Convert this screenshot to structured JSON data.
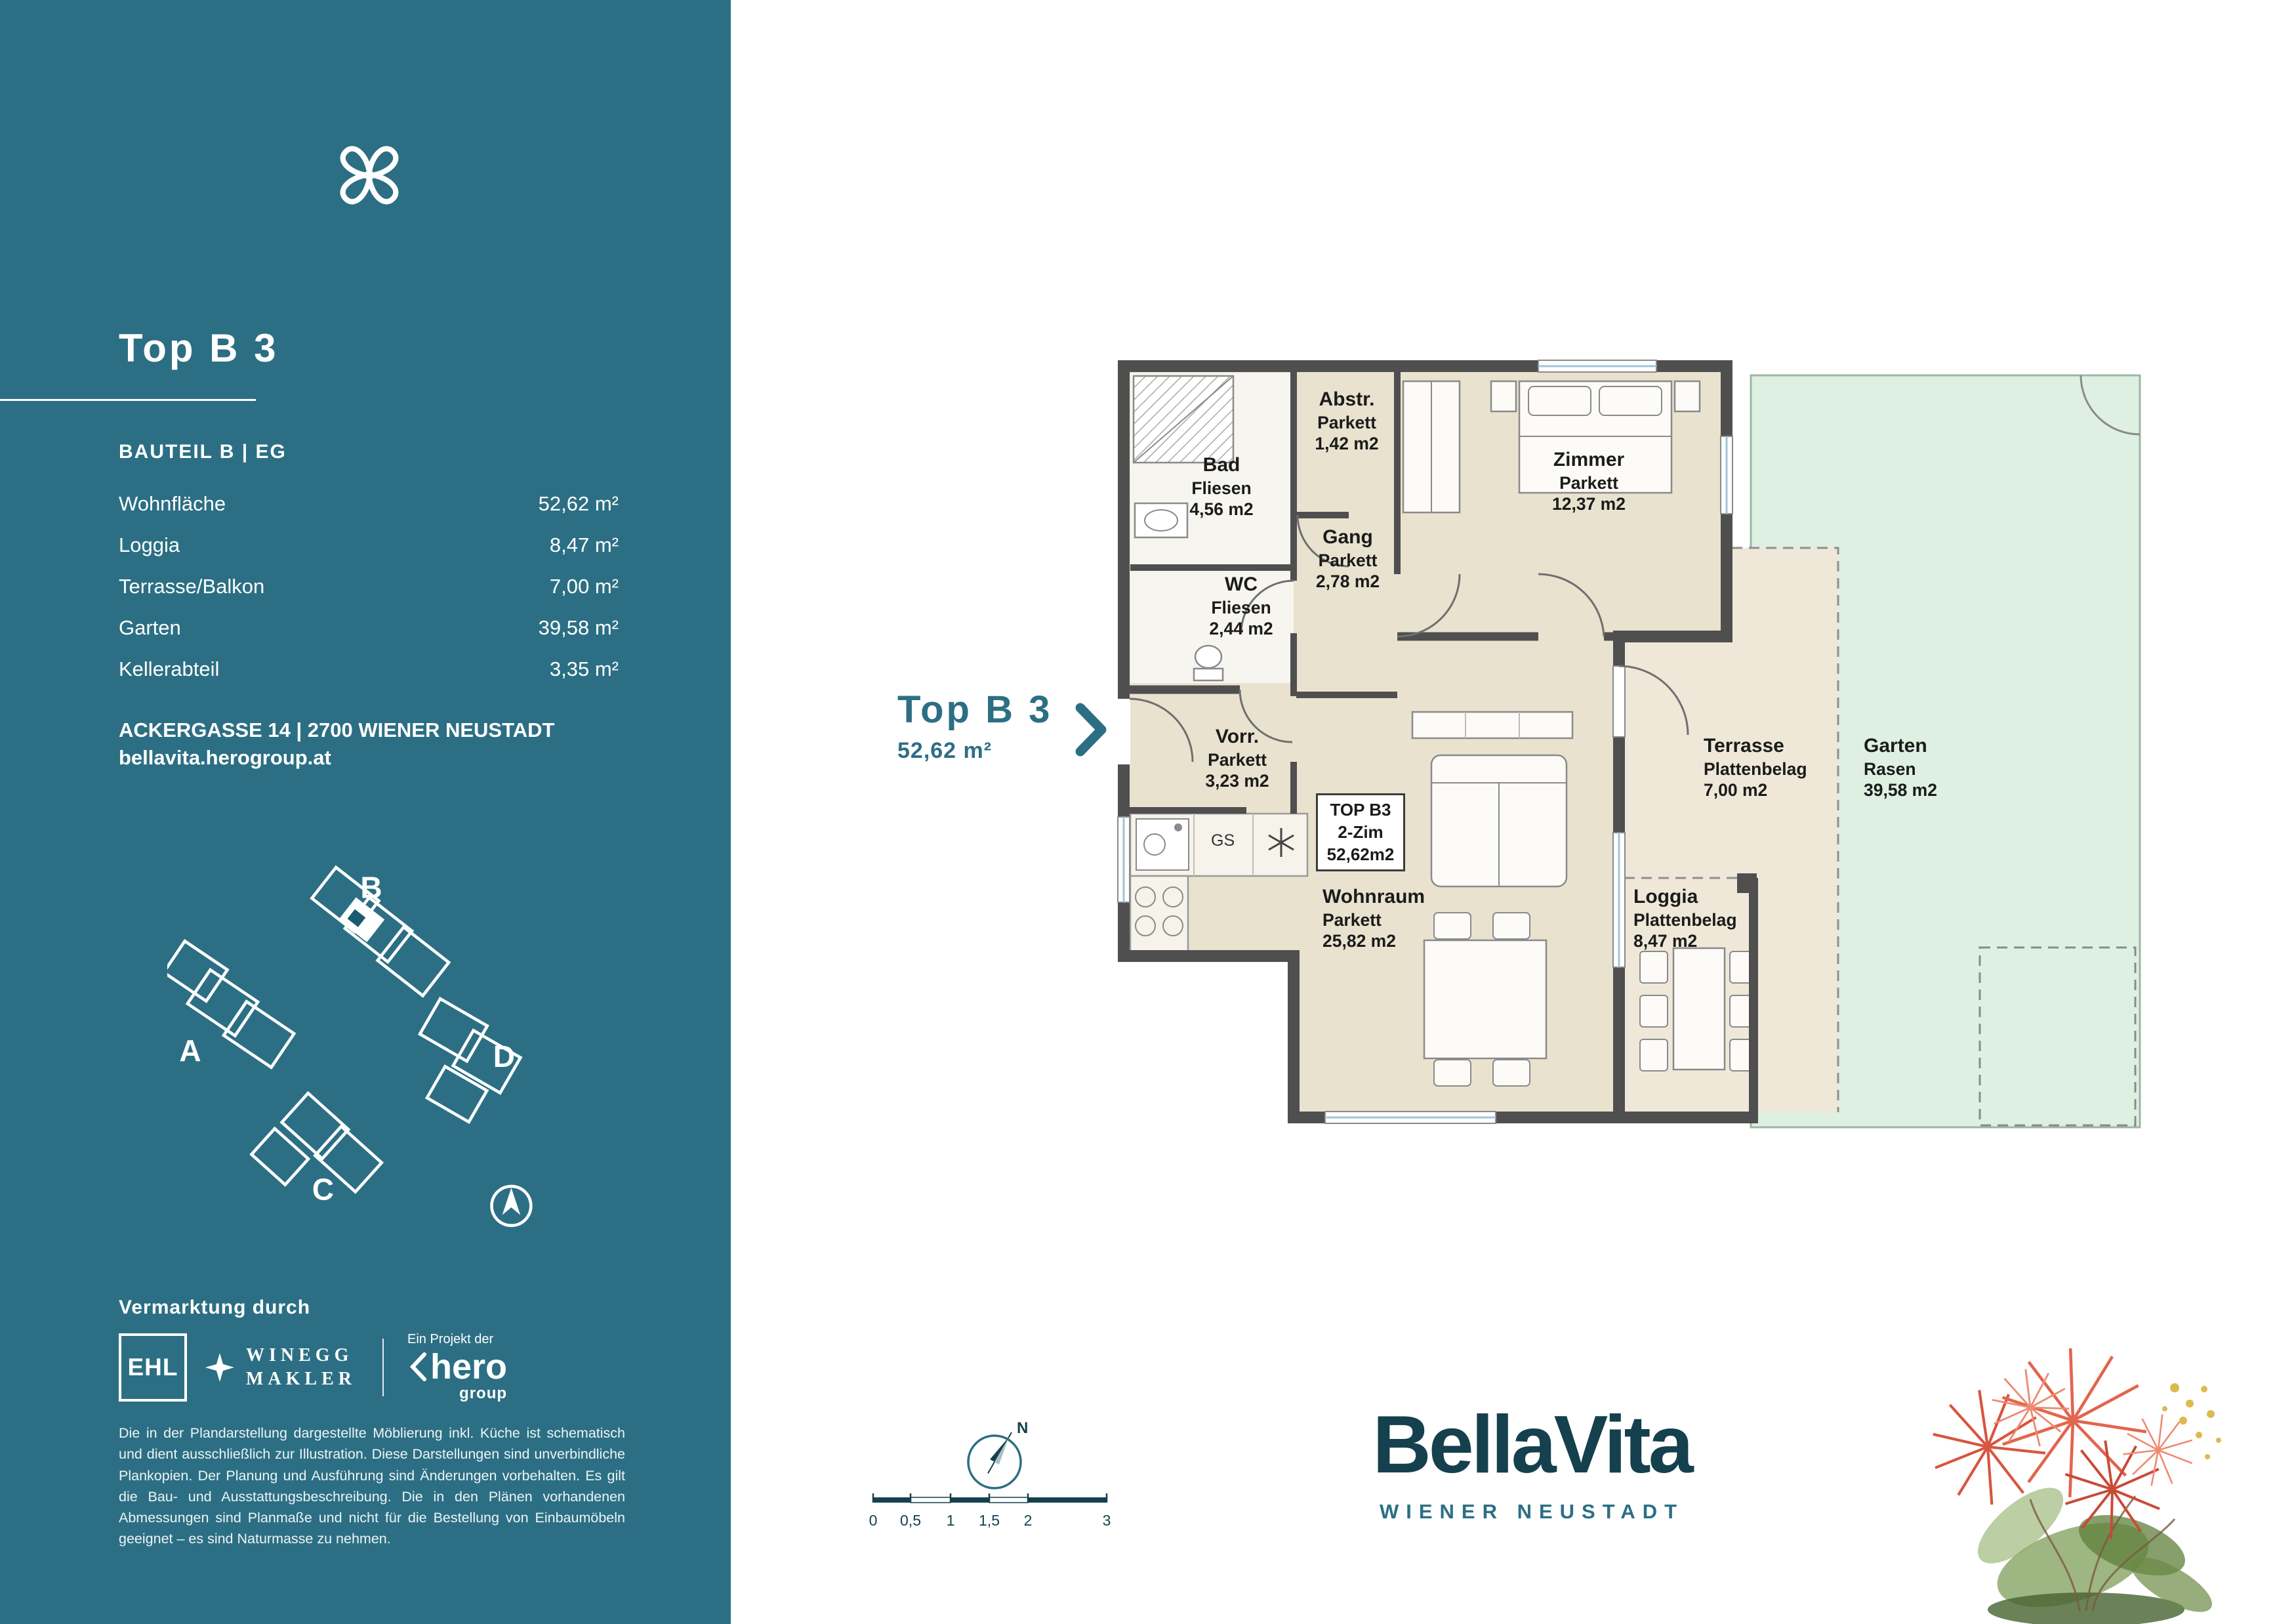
{
  "sidebar": {
    "title": "Top B 3",
    "subtitle": "BAUTEIL B  |  EG",
    "areas": [
      {
        "label": "Wohnfläche",
        "value": "52,62 m²"
      },
      {
        "label": "Loggia",
        "value": "8,47 m²"
      },
      {
        "label": "Terrasse/Balkon",
        "value": "7,00 m²"
      },
      {
        "label": "Garten",
        "value": "39,58 m²"
      },
      {
        "label": "Kellerabteil",
        "value": "3,35 m²"
      }
    ],
    "address_line1": "ACKERGASSE 14 | 2700 WIENER NEUSTADT",
    "address_line2": "bellavita.herogroup.at",
    "siteplan": {
      "a": "A",
      "b": "B",
      "c": "C",
      "d": "D"
    },
    "marketing_heading": "Vermarktung durch",
    "partners": {
      "ehl": "EHL",
      "winegg_line1": "WINEGG",
      "winegg_line2": "MAKLER",
      "hero_prefix": "Ein Projekt der",
      "hero_name": "hero",
      "hero_sub": "group"
    },
    "disclaimer": "Die in der Plandarstellung dargestellte Möblierung inkl. Küche ist schematisch und dient ausschließlich zur Illustration. Diese Darstellungen sind unverbindliche Plankopien. Der Planung und Ausführung sind Änderungen vorbehalten. Es gilt die Bau- und Ausstattungsbeschreibung. Die in den Plänen vorhandenen Abmessungen sind Planmaße und nicht für die Bestellung von Einbaumöbeln geeignet – es sind Naturmasse zu nehmen."
  },
  "floorplan": {
    "callout": {
      "title": "Top B 3",
      "area": "52,62 m²"
    },
    "unit_box": {
      "line1": "TOP B3",
      "line2": "2-Zim",
      "line3": "52,62m2"
    },
    "rooms": [
      {
        "name": "Bad",
        "finish": "Fliesen",
        "area": "4,56 m2"
      },
      {
        "name": "Abstr.",
        "finish": "Parkett",
        "area": "1,42 m2"
      },
      {
        "name": "Zimmer",
        "finish": "Parkett",
        "area": "12,37 m2"
      },
      {
        "name": "Gang",
        "finish": "Parkett",
        "area": "2,78 m2"
      },
      {
        "name": "WC",
        "finish": "Fliesen",
        "area": "2,44 m2"
      },
      {
        "name": "Vorr.",
        "finish": "Parkett",
        "area": "3,23 m2"
      },
      {
        "name": "Wohnraum",
        "finish": "Parkett",
        "area": "25,82 m2"
      },
      {
        "name": "Terrasse",
        "finish": "Plattenbelag",
        "area": "7,00 m2"
      },
      {
        "name": "Loggia",
        "finish": "Plattenbelag",
        "area": "8,47 m2"
      },
      {
        "name": "Garten",
        "finish": "Rasen",
        "area": "39,58 m2"
      }
    ],
    "kitchen": {
      "gs_label": "GS"
    },
    "compass_label": "N",
    "scalebar": {
      "labels": [
        "0",
        "0,5",
        "1",
        "1,5",
        "2",
        "3"
      ]
    }
  },
  "brand": {
    "name": "BellaVita",
    "city": "WIENER NEUSTADT"
  },
  "colors": {
    "teal": "#2c6f84",
    "brand_dark": "#15404d",
    "floor": "#e9e2cf",
    "terrace": "#efe8d9",
    "garden": "#def0e2",
    "wall": "#4f4f4f"
  }
}
